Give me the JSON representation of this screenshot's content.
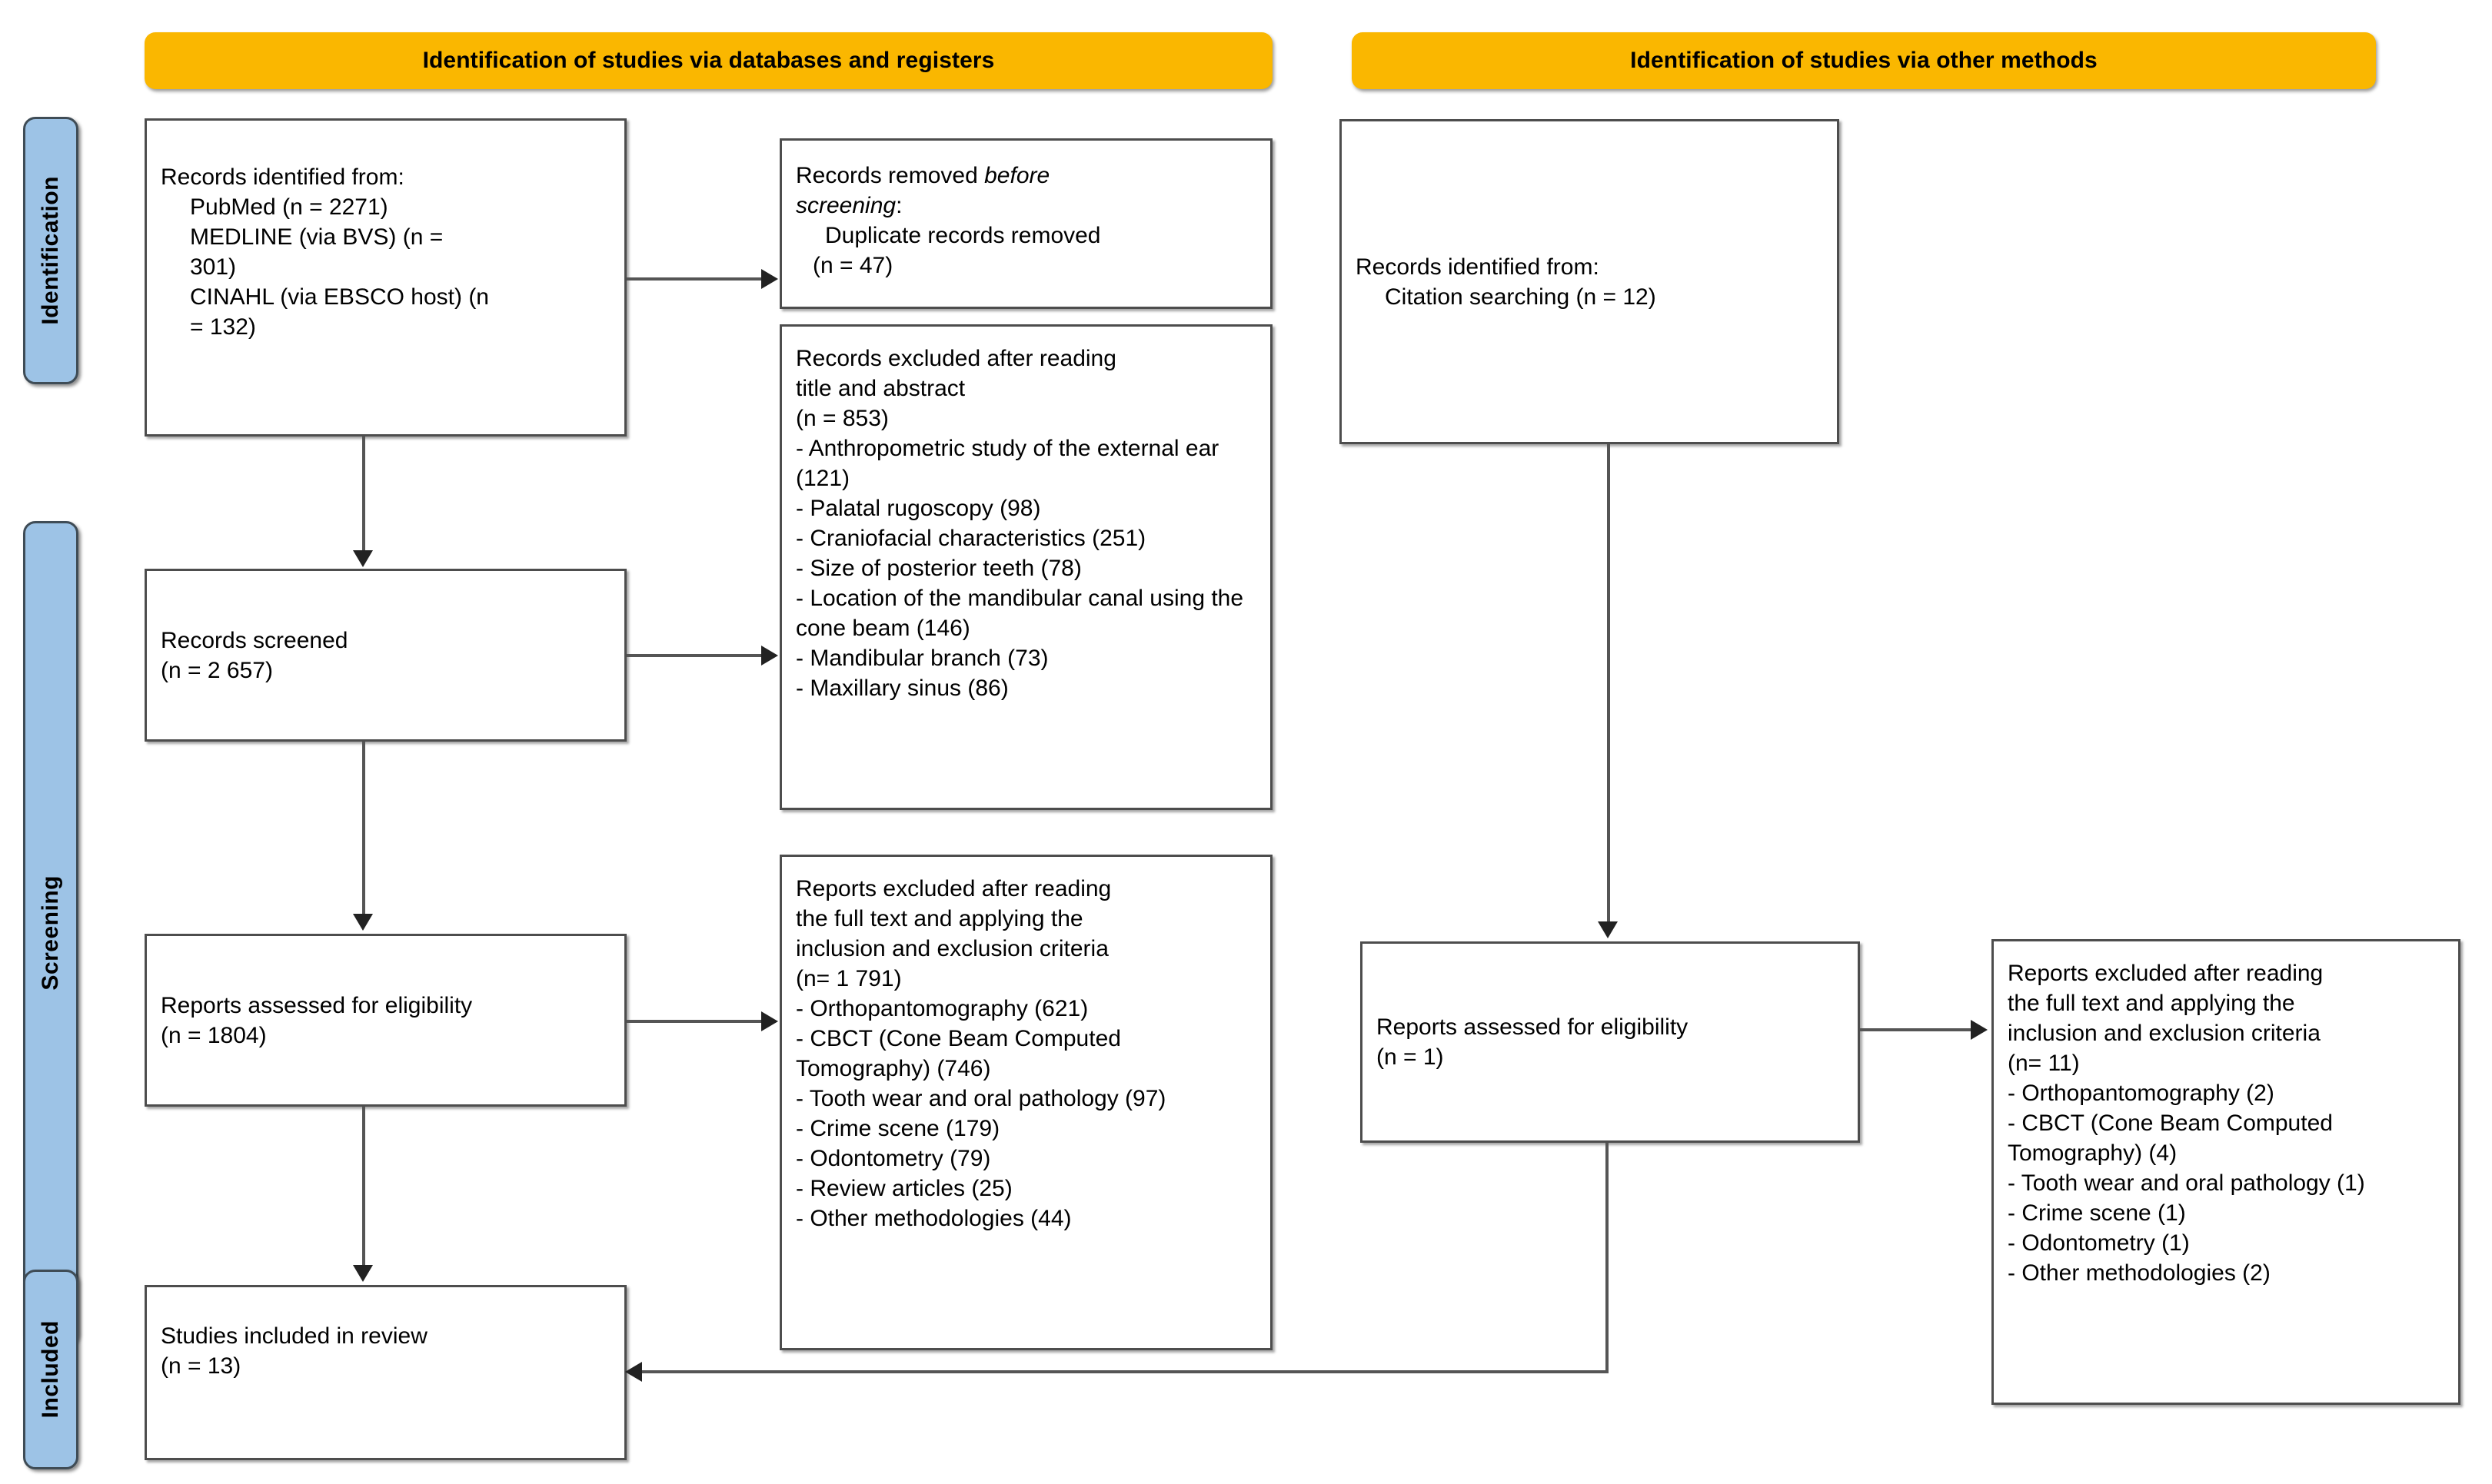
{
  "diagram": {
    "type": "PRISMA flow diagram",
    "headers": [
      {
        "id": "databases",
        "label": "Identification of studies via databases and registers"
      },
      {
        "id": "other",
        "label": "Identification of studies via other methods"
      }
    ],
    "stages": [
      {
        "id": "identification",
        "label": "Identification"
      },
      {
        "id": "screening",
        "label": "Screening"
      },
      {
        "id": "included",
        "label": "Included"
      }
    ],
    "boxes": {
      "records_identified_db": {
        "line1": "Records identified from:",
        "line2": "PubMed (n = 2271)",
        "line3": "MEDLINE (via BVS) (n =",
        "line4": "301)",
        "line5": "CINAHL (via EBSCO host) (n",
        "line6": "= 132)"
      },
      "records_removed": {
        "line1_a": "Records removed ",
        "line1_b": "before",
        "line2_b": "screening",
        "line2_a": ":",
        "line3": "Duplicate records removed",
        "line4": "(n = 47)"
      },
      "records_screened": {
        "line1": "Records screened",
        "line2": "(n = 2 657)"
      },
      "records_excluded_title": {
        "line1": "Records excluded after reading",
        "line2": "title and abstract",
        "line3": "(n = 853)",
        "items": [
          "- Anthropometric study of the external ear (121)",
          "- Palatal rugoscopy (98)",
          "- Craniofacial characteristics (251)",
          "- Size of posterior teeth (78)",
          "- Location of the mandibular canal using the cone beam (146)",
          "- Mandibular branch (73)",
          "- Maxillary sinus (86)"
        ]
      },
      "reports_assessed_db": {
        "line1": "Reports assessed for eligibility",
        "line2": "(n = 1804)"
      },
      "reports_excluded_db": {
        "line1": "Reports excluded after reading",
        "line2": "the full text and applying the",
        "line3": "inclusion and exclusion criteria",
        "line4": "(n= 1 791)",
        "items": [
          "- Orthopantomography (621)",
          "- CBCT (Cone Beam Computed Tomography) (746)",
          "- Tooth wear and oral pathology (97)",
          "- Crime scene (179)",
          "- Odontometry (79)",
          "- Review articles (25)",
          "- Other methodologies (44)"
        ]
      },
      "studies_included": {
        "line1": "Studies included in review",
        "line2": "(n = 13)"
      },
      "records_identified_other": {
        "line1": "Records identified from:",
        "line2": "Citation searching (n = 12)"
      },
      "reports_assessed_other": {
        "line1": "Reports assessed for eligibility",
        "line2": "(n = 1)"
      },
      "reports_excluded_other": {
        "line1": "Reports excluded after reading",
        "line2": "the full text and applying the",
        "line3": "inclusion and exclusion criteria",
        "line4": "(n= 11)",
        "items": [
          "- Orthopantomography (2)",
          "- CBCT (Cone Beam Computed Tomography) (4)",
          "- Tooth wear and oral pathology (1)",
          "- Crime scene (1)",
          "- Odontometry (1)",
          "- Other methodologies (2)"
        ]
      }
    },
    "colors": {
      "header_yellow": "#FAB700",
      "stage_blue": "#9DC3E6",
      "box_border": "#4D4D4D",
      "connector": "#555555",
      "background": "#FFFFFF",
      "text": "#000000"
    }
  }
}
